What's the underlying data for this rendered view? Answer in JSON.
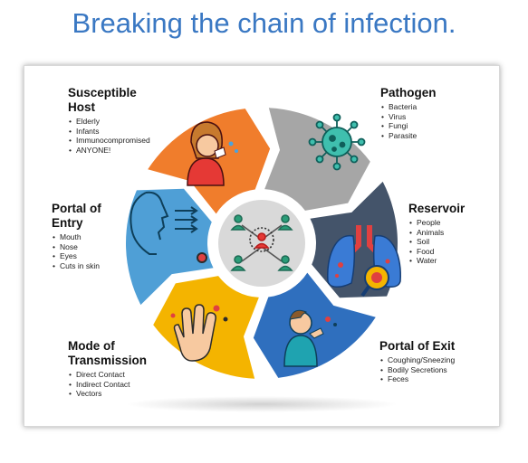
{
  "title": "Breaking the chain of infection.",
  "colors": {
    "pathogen": "#a6a6a6",
    "reservoir": "#44546a",
    "portal_of_exit": "#2f6fbe",
    "mode_of_transmission": "#f4b400",
    "portal_of_entry": "#4f9fd6",
    "susceptible_host": "#f07d2c",
    "center": "#d9d9d9",
    "title": "#3a78c3"
  },
  "segments": {
    "susceptible_host": {
      "heading": [
        "Susceptible",
        "Host"
      ],
      "items": [
        "Elderly",
        "Infants",
        "Immunocompromised",
        "ANYONE!"
      ],
      "icon": "sneezing-person-icon"
    },
    "pathogen": {
      "heading": [
        "Pathogen"
      ],
      "items": [
        "Bacteria",
        "Virus",
        "Fungi",
        "Parasite"
      ],
      "icon": "virus-icon"
    },
    "reservoir": {
      "heading": [
        "Reservoir"
      ],
      "items": [
        "People",
        "Animals",
        "Soil",
        "Food",
        "Water"
      ],
      "icon": "infected-lungs-icon"
    },
    "portal_of_exit": {
      "heading": [
        "Portal of Exit"
      ],
      "items": [
        "Coughing/Sneezing",
        "Bodily Secretions",
        "Feces"
      ],
      "icon": "coughing-person-icon"
    },
    "mode_of_transmission": {
      "heading": [
        "Mode of",
        "Transmission"
      ],
      "items": [
        "Direct Contact",
        "Indirect Contact",
        "Vectors"
      ],
      "icon": "hand-germs-icon"
    },
    "portal_of_entry": {
      "heading": [
        "Portal of",
        "Entry"
      ],
      "items": [
        "Mouth",
        "Nose",
        "Eyes",
        "Cuts in skin"
      ],
      "icon": "face-inhale-icon"
    }
  },
  "center_icon": "infected-person-network-icon"
}
